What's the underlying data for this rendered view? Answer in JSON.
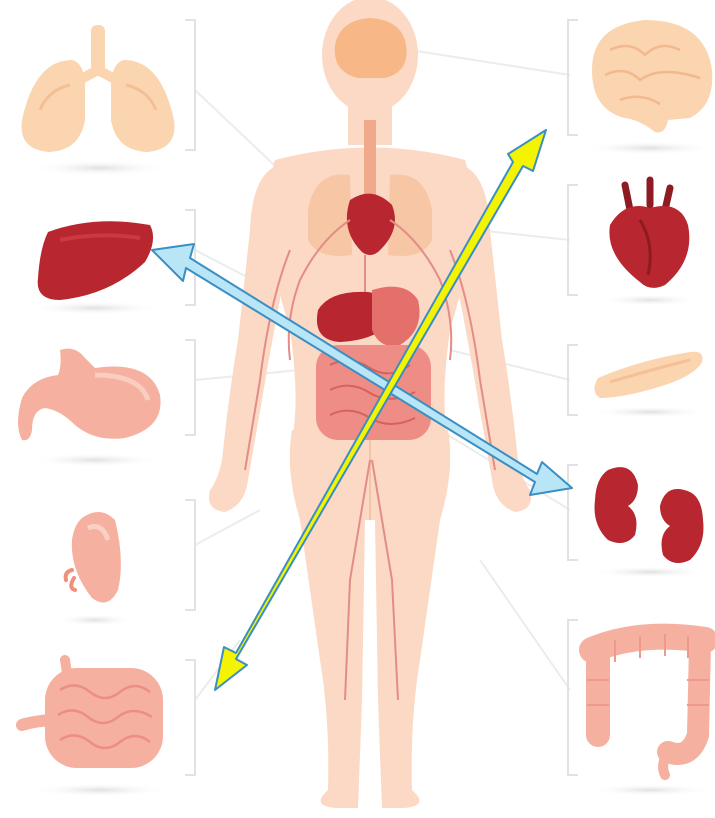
{
  "organs_left": [
    {
      "name": "lungs",
      "icon": "lungs-icon"
    },
    {
      "name": "liver",
      "icon": "liver-icon"
    },
    {
      "name": "stomach",
      "icon": "stomach-icon"
    },
    {
      "name": "gallbladder",
      "icon": "gallbladder-icon"
    },
    {
      "name": "small-intestine",
      "icon": "small-intestine-icon"
    }
  ],
  "organs_right": [
    {
      "name": "brain",
      "icon": "brain-icon"
    },
    {
      "name": "heart",
      "icon": "heart-icon"
    },
    {
      "name": "pancreas",
      "icon": "pancreas-icon"
    },
    {
      "name": "kidneys",
      "icon": "kidneys-icon"
    },
    {
      "name": "large-intestine",
      "icon": "large-intestine-icon"
    }
  ],
  "arrows": [
    {
      "name": "yellow-double-arrow",
      "color": "#f4f400",
      "from": "small-intestine",
      "to": "brain"
    },
    {
      "name": "blue-double-arrow",
      "color": "#b9e6f6",
      "from": "liver",
      "to": "kidneys"
    }
  ],
  "colors": {
    "skin": "#fbd9c4",
    "skin_shadow": "#f2c4a8",
    "organ_red": "#b8262f",
    "organ_dark_red": "#8e1a22",
    "organ_pink": "#f6b0a0",
    "organ_peach": "#fbd4b0",
    "bracket": "#e4e4e4",
    "arrow_outline": "#3a8fc4"
  }
}
